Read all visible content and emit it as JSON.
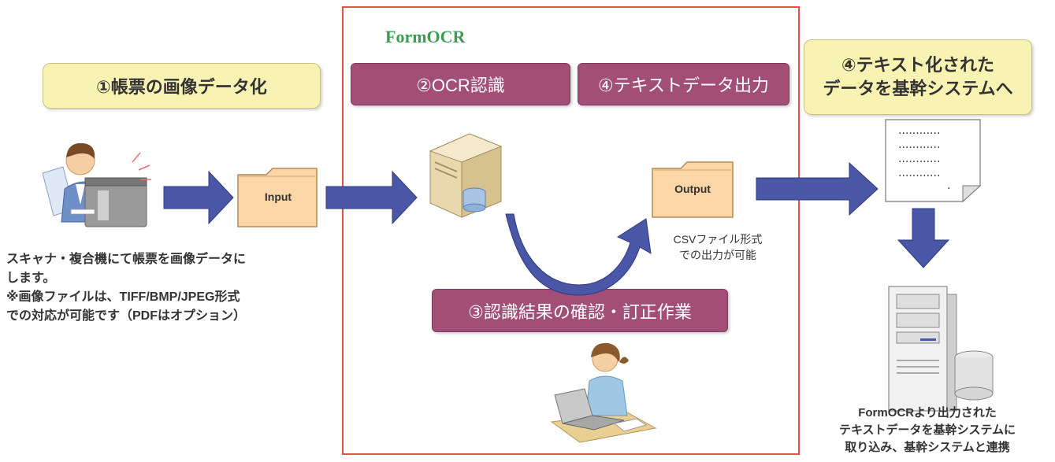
{
  "colors": {
    "arrow": "#4a56a6",
    "arrow_stroke": "#323b82",
    "frame": "#e05246",
    "title_green": "#3f9b4f",
    "yellow_label": "#f9f3b3",
    "purple_label": "#a24e76",
    "folder": "#fbd7a7"
  },
  "frame": {
    "title": "FormOCR"
  },
  "steps": {
    "step1": "①帳票の画像データ化",
    "step2": "②OCR認識",
    "step3": "③認識結果の確認・訂正作業",
    "step4_output": "④テキストデータ出力",
    "step4_system": [
      "④テキスト化された",
      "データを基幹システムへ"
    ]
  },
  "folders": {
    "input": "Input",
    "output": "Output"
  },
  "notes": {
    "scan": [
      "スキャナ・複合機にて帳票を画像データに",
      "します。",
      "※画像ファイルは、TIFF/BMP/JPEG形式",
      "での対応が可能です（PDFはオプション）"
    ],
    "csv": [
      "CSVファイル形式",
      "での出力が可能"
    ],
    "system": [
      "FormOCRより出力された",
      "テキストデータを基幹システムに",
      "取り込み、基幹システムと連携"
    ]
  },
  "icons": {
    "scanner_person": "person-scanning-icon",
    "ocr_server": "ocr-server-icon",
    "operator": "operator-at-laptop-icon",
    "text_document": "text-document-icon",
    "core_server": "core-system-server-icon"
  }
}
